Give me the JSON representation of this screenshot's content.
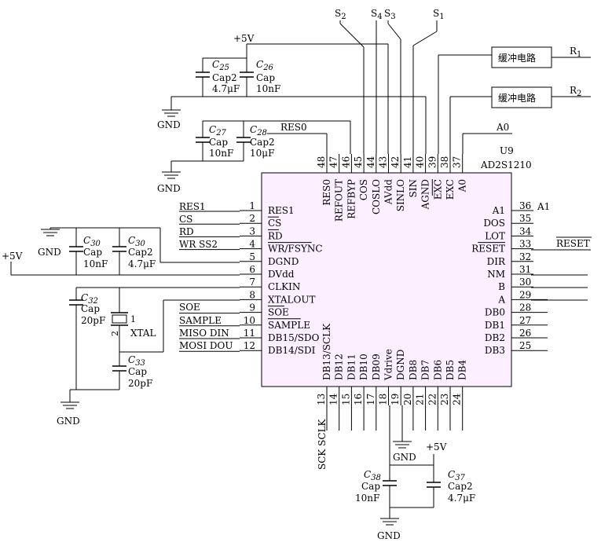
{
  "chip": {
    "designator": "U9",
    "part": "AD2S1210",
    "left_pins": [
      {
        "num": "1",
        "name": "RES1",
        "net": "RES1"
      },
      {
        "num": "2",
        "name": "CS",
        "net": "CS",
        "overbar": true
      },
      {
        "num": "3",
        "name": "RD",
        "net": "RD",
        "overbar": true
      },
      {
        "num": "4",
        "name": "WR/FSYNC",
        "net": "WR SS2",
        "overbar": true
      },
      {
        "num": "5",
        "name": "DGND",
        "net": ""
      },
      {
        "num": "6",
        "name": "DVdd",
        "net": ""
      },
      {
        "num": "7",
        "name": "CLKIN",
        "net": ""
      },
      {
        "num": "8",
        "name": "XTALOUT",
        "net": ""
      },
      {
        "num": "9",
        "name": "SOE",
        "net": "SOE",
        "overbar": true
      },
      {
        "num": "10",
        "name": "SAMPLE",
        "net": "SAMPLE",
        "overbar": true
      },
      {
        "num": "11",
        "name": "DB15/SDO",
        "net": "MISO DIN"
      },
      {
        "num": "12",
        "name": "DB14/SDI",
        "net": "MOSI DOU"
      }
    ],
    "right_pins": [
      {
        "num": "36",
        "name": "A1",
        "net": "A1"
      },
      {
        "num": "35",
        "name": "DOS",
        "net": ""
      },
      {
        "num": "34",
        "name": "LOT",
        "net": ""
      },
      {
        "num": "33",
        "name": "RESET",
        "net": "RESET",
        "overbar": true
      },
      {
        "num": "32",
        "name": "DIR",
        "net": ""
      },
      {
        "num": "31",
        "name": "NM",
        "net": ""
      },
      {
        "num": "30",
        "name": "B",
        "net": ""
      },
      {
        "num": "29",
        "name": "A",
        "net": ""
      },
      {
        "num": "28",
        "name": "DB0",
        "net": ""
      },
      {
        "num": "27",
        "name": "DB1",
        "net": ""
      },
      {
        "num": "26",
        "name": "DB2",
        "net": ""
      },
      {
        "num": "25",
        "name": "DB3",
        "net": ""
      }
    ],
    "top_pins": [
      {
        "num": "48",
        "name": "RES0"
      },
      {
        "num": "47",
        "name": "REFOUT"
      },
      {
        "num": "46",
        "name": "REFBYP"
      },
      {
        "num": "45",
        "name": "COS"
      },
      {
        "num": "44",
        "name": "COSLO"
      },
      {
        "num": "43",
        "name": "AVdd"
      },
      {
        "num": "42",
        "name": "SINLO"
      },
      {
        "num": "41",
        "name": "SIN"
      },
      {
        "num": "40",
        "name": "AGND"
      },
      {
        "num": "39",
        "name": "EXC",
        "overbar": true
      },
      {
        "num": "38",
        "name": "EXC"
      },
      {
        "num": "37",
        "name": "A0"
      }
    ],
    "bottom_pins": [
      {
        "num": "13",
        "name": "DB13/SCLK"
      },
      {
        "num": "14",
        "name": "DB12"
      },
      {
        "num": "15",
        "name": "DB11"
      },
      {
        "num": "16",
        "name": "DB10"
      },
      {
        "num": "17",
        "name": "DB09"
      },
      {
        "num": "18",
        "name": "Vdrive"
      },
      {
        "num": "19",
        "name": "DGND"
      },
      {
        "num": "20",
        "name": "DB8"
      },
      {
        "num": "21",
        "name": "DB7"
      },
      {
        "num": "22",
        "name": "DB6"
      },
      {
        "num": "23",
        "name": "DB5"
      },
      {
        "num": "24",
        "name": "DB4"
      }
    ]
  },
  "nets": {
    "res0": "RES0",
    "a0": "A0",
    "sck": "SCK SCLK",
    "plus5v": "+5V",
    "gnd": "GND",
    "s2": "S",
    "s2_sub": "2",
    "s4": "S",
    "s4_sub": "4",
    "s3": "S",
    "s3_sub": "3",
    "s1": "S",
    "s1_sub": "1",
    "r1": "R",
    "r1_sub": "1",
    "r2": "R",
    "r2_sub": "2"
  },
  "buffers": {
    "label": "缓冲电路"
  },
  "crystal": {
    "label": "XTAL",
    "pin1": "1",
    "pin2": "2"
  },
  "capacitors": {
    "c25": {
      "ref": "C",
      "sub": "25",
      "type": "Cap2",
      "value": "4.7μF"
    },
    "c26": {
      "ref": "C",
      "sub": "26",
      "type": "Cap",
      "value": "10nF"
    },
    "c27": {
      "ref": "C",
      "sub": "27",
      "type": "Cap",
      "value": "10nF"
    },
    "c28": {
      "ref": "C",
      "sub": "28",
      "type": "Cap2",
      "value": "10μF"
    },
    "c30a": {
      "ref": "C",
      "sub": "30",
      "type": "Cap",
      "value": "10nF"
    },
    "c30b": {
      "ref": "C",
      "sub": "30",
      "type": "Cap2",
      "value": "4.7μF"
    },
    "c32": {
      "ref": "C",
      "sub": "32",
      "type": "Cap",
      "value": "20pF"
    },
    "c33": {
      "ref": "C",
      "sub": "33",
      "type": "Cap",
      "value": "20pF"
    },
    "c38": {
      "ref": "C",
      "sub": "38",
      "type": "Cap",
      "value": "10nF"
    },
    "c37": {
      "ref": "C",
      "sub": "37",
      "type": "Cap2",
      "value": "4.7μF"
    }
  },
  "colors": {
    "chip_fill": "#fcefff",
    "chip_stroke": "#000000",
    "wire": "#000000"
  }
}
